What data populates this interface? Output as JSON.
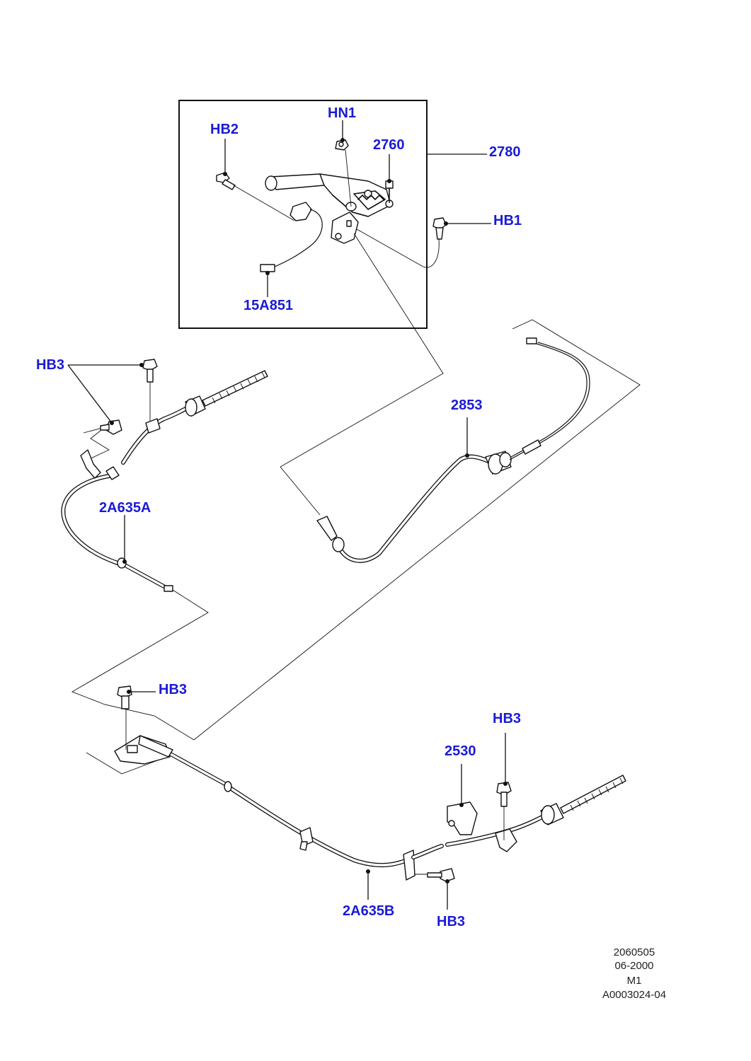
{
  "callouts": {
    "hn1": "HN1",
    "hb2": "HB2",
    "c2760": "2760",
    "c2780": "2780",
    "hb1": "HB1",
    "c15a851": "15A851",
    "hb3_left_top": "HB3",
    "c2853": "2853",
    "c2a635a": "2A635A",
    "hb3_mid": "HB3",
    "hb3_right": "HB3",
    "c2530": "2530",
    "c2a635b": "2A635B",
    "hb3_bottom": "HB3"
  },
  "drawing_info": {
    "line1": "2060505",
    "line2": "06-2000",
    "line3": "M1",
    "line4": "A0003024-04"
  }
}
